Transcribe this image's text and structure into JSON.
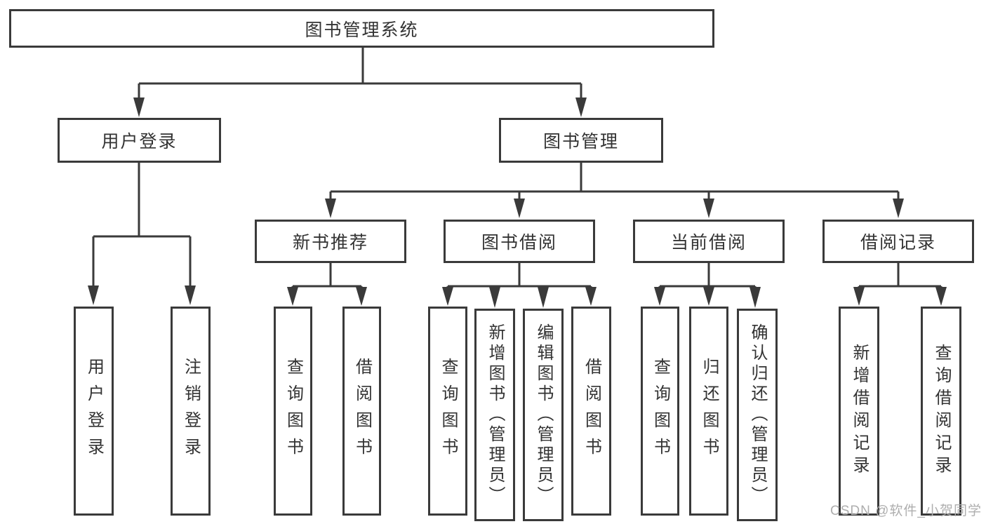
{
  "watermark": "CSDN @软件_小贺同学",
  "colors": {
    "line": "#3a3a3a",
    "text": "#333333",
    "watermark_text": "#aeaeae",
    "background": "#ffffff"
  },
  "nodes": {
    "root": {
      "label": "图书管理系统"
    },
    "user_login": {
      "label": "用户登录"
    },
    "book_mgmt": {
      "label": "图书管理"
    },
    "new_book_rec": {
      "label": "新书推荐"
    },
    "book_borrow": {
      "label": "图书借阅"
    },
    "current_borrow": {
      "label": "当前借阅"
    },
    "borrow_records": {
      "label": "借阅记录"
    },
    "leaf_user_login": {
      "label": "用户登录"
    },
    "leaf_logout": {
      "label": "注销登录"
    },
    "leaf_query_book_1": {
      "label": "查询图书"
    },
    "leaf_borrow_book_1": {
      "label": "借阅图书"
    },
    "leaf_query_book_2": {
      "label": "查询图书"
    },
    "leaf_add_book": {
      "label": "新增图书（管理员）"
    },
    "leaf_edit_book": {
      "label": "编辑图书（管理员）"
    },
    "leaf_borrow_book_2": {
      "label": "借阅图书"
    },
    "leaf_query_book_3": {
      "label": "查询图书"
    },
    "leaf_return_book": {
      "label": "归还图书"
    },
    "leaf_confirm_return": {
      "label": "确认归还（管理员）"
    },
    "leaf_add_record": {
      "label": "新增借阅记录"
    },
    "leaf_query_record": {
      "label": "查询借阅记录"
    }
  }
}
